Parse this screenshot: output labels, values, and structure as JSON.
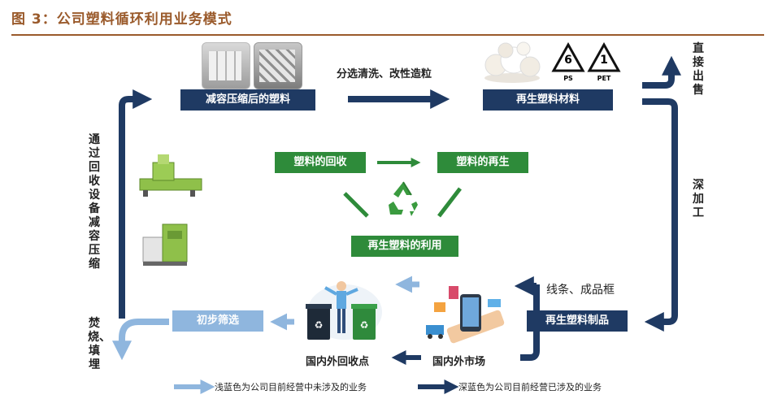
{
  "figure_title": "图 3：公司塑料循环利用业务模式",
  "boxes": {
    "compressed_plastic": "减容压缩后的塑料",
    "recycled_material": "再生塑料材料",
    "recycled_products": "再生塑料制品",
    "domestic_market": "国内外市场",
    "recycle_points": "国内外回收点",
    "initial_screening": "初步筛选",
    "plastic_recycling": "塑料的回收",
    "plastic_regeneration": "塑料的再生",
    "recycled_utilization": "再生塑料的利用"
  },
  "labels": {
    "sort_wash": "分选清洗、改性造粒",
    "direct_sale": "直接出售",
    "deep_processing": "深加工",
    "lines_frames": "线条、成品框",
    "via_equipment": "通过回收设备减容压缩",
    "incinerate": "焚烧、填埋"
  },
  "recycle_symbols": [
    {
      "number": "6",
      "code": "PS"
    },
    {
      "number": "1",
      "code": "PET"
    }
  ],
  "legend": {
    "light": "浅蓝色为公司目前经营中未涉及的业务",
    "dark": "深蓝色为公司目前经营已涉及的业务"
  },
  "colors": {
    "dark_blue": "#1f3a63",
    "light_blue": "#8fb6de",
    "green": "#2e8b3a",
    "title_brown": "#9a5a2b"
  }
}
